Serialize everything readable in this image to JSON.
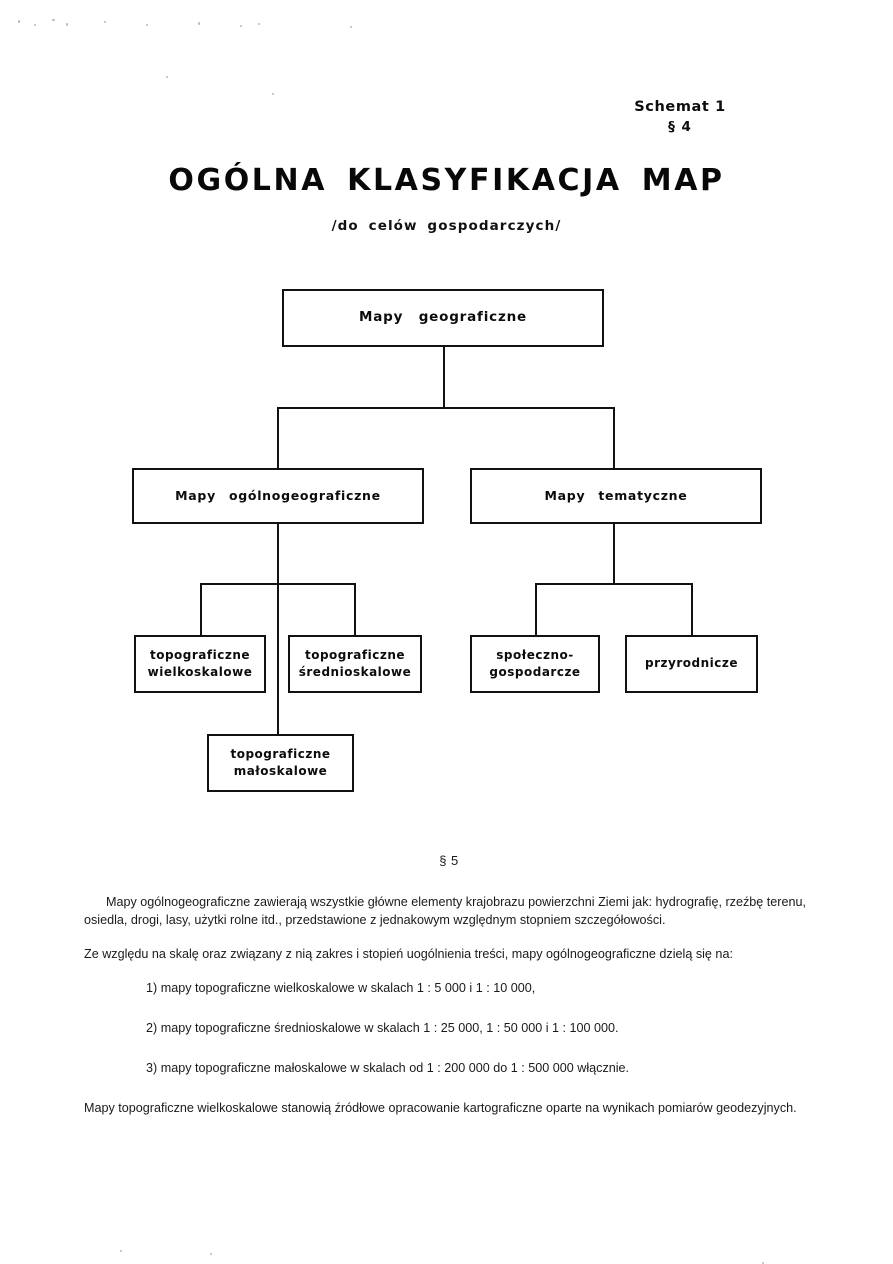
{
  "header": {
    "schema_label": "Schemat 1",
    "section_ref": "§ 4"
  },
  "title": {
    "main": "OGÓLNA KLASYFIKACJA MAP",
    "subtitle": "/do celów  gospodarczych/"
  },
  "diagram": {
    "type": "hierarchy-tree",
    "nodes": {
      "root": "Mapy    geograficzne",
      "branch_left": "Mapy   ogólnogeograficzne",
      "branch_right": "Mapy   tematyczne",
      "leaf_1_line1": "topograficzne",
      "leaf_1_line2": "wielkoskalowe",
      "leaf_2_line1": "topograficzne",
      "leaf_2_line2": "średnioskalowe",
      "leaf_3_line1": "społeczno-",
      "leaf_3_line2": "gospodarcze",
      "leaf_4": "przyrodnicze",
      "leaf_5_line1": "topograficzne",
      "leaf_5_line2": "małoskalowe"
    }
  },
  "body": {
    "section_mark": "§ 5",
    "paragraph_1": "Mapy ogólnogeograficzne zawierają wszystkie główne elementy krajobrazu powierzchni Ziemi jak: hydrografię, rzeźbę terenu, osiedla, drogi, lasy, użytki rolne itd., przedstawione z jednakowym względnym stopniem szczegółowości.",
    "paragraph_2": "Ze względu na skalę oraz związany z nią zakres i stopień uogólnienia treści, mapy ogólnogeograficzne dzielą się na:",
    "list_item_1": "1) mapy topograficzne wielkoskalowe w skalach 1 : 5 000 i 1 : 10 000,",
    "list_item_2": "2) mapy topograficzne średnioskalowe w skalach 1 : 25 000, 1 : 50 000 i 1 : 100 000.",
    "list_item_3": "3) mapy topograficzne małoskalowe w skalach od 1 : 200 000 do 1 : 500 000 włącznie.",
    "paragraph_3": "Mapy topograficzne wielkoskalowe stanowią źródłowe opracowanie kartograficzne oparte na wynikach pomiarów geodezyjnych."
  }
}
